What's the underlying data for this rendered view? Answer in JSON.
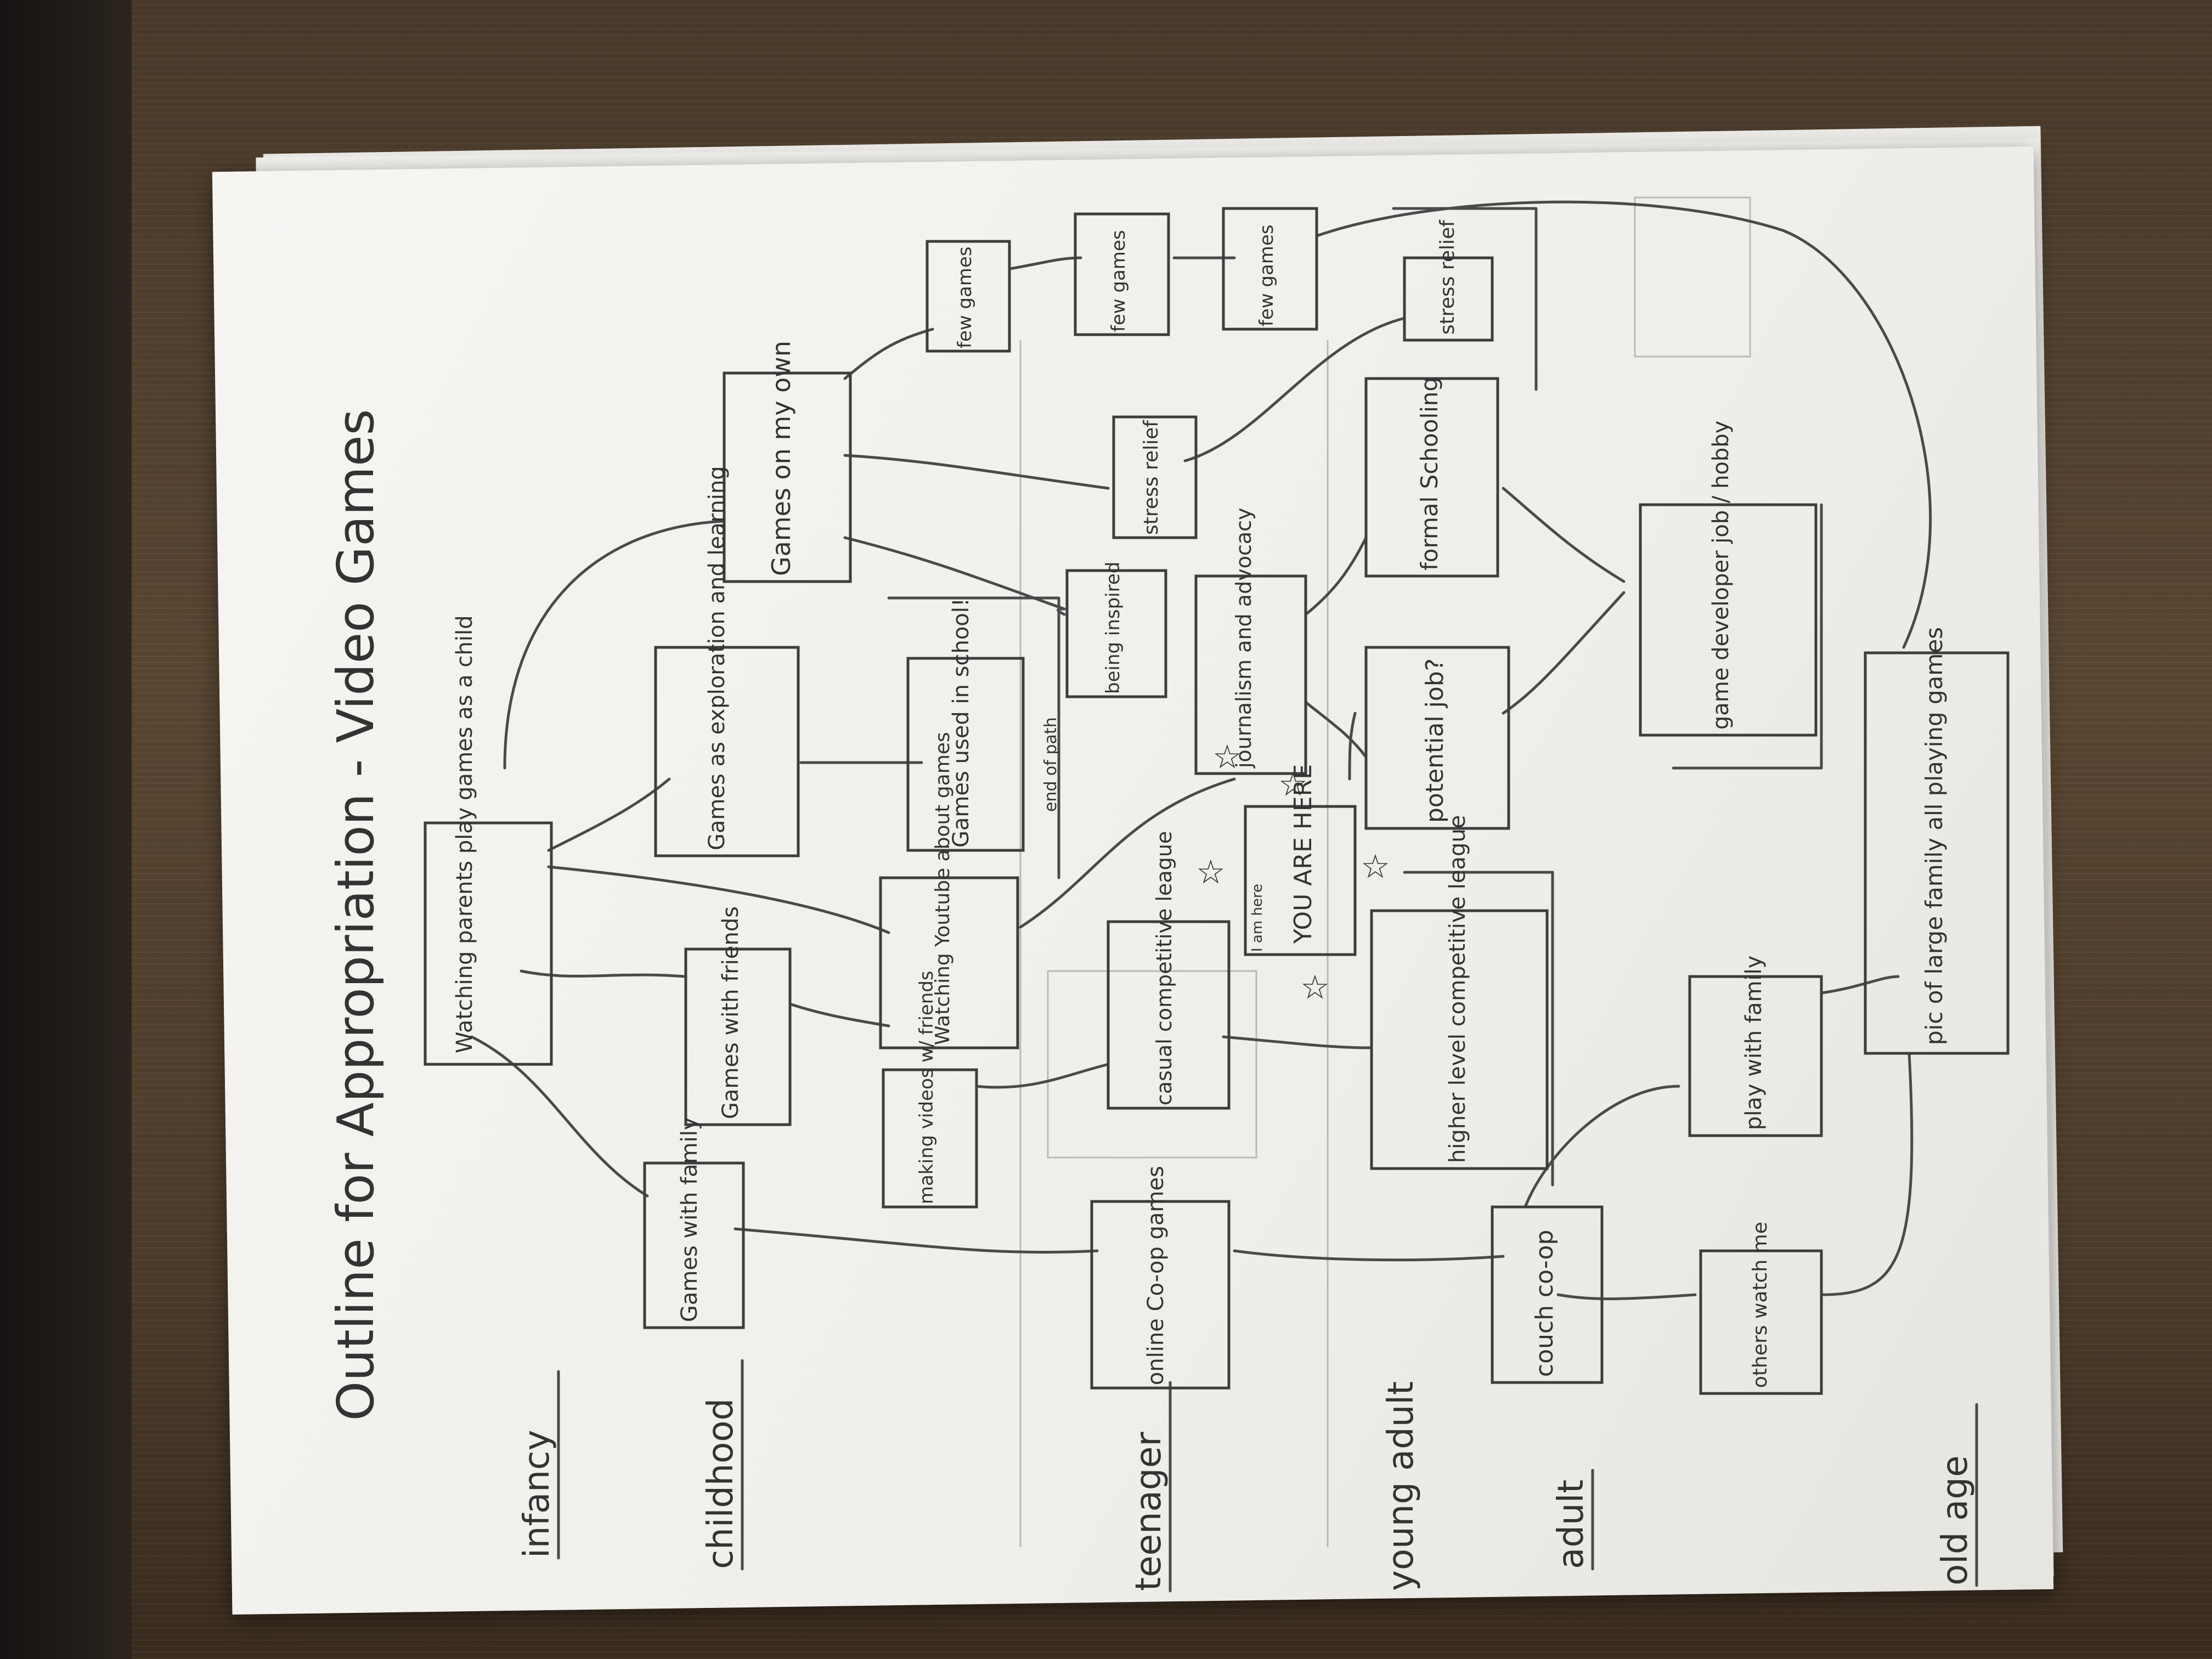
{
  "title": "Outline for Appropriation - Video Games",
  "stages": [
    "infancy",
    "childhood",
    "teenager",
    "young adult",
    "adult",
    "old age"
  ],
  "nodes": {
    "watching_parents": "Watching parents play games as a child",
    "games_with_family": "Games with family",
    "games_with_friends": "Games with friends",
    "games_exploration": "Games as exploration and learning",
    "games_on_my_own": "Games on my own",
    "making_videos": "making videos w/ friends",
    "watching_youtube": "Watching Youtube about games",
    "games_in_school": "Games used in school!",
    "end_of_path": "end of path",
    "being_inspired": "being inspired",
    "stress_relief_1": "stress relief",
    "few_games_1": "few games",
    "few_games_2": "few games",
    "few_games_3": "few games",
    "online_coop": "online Co-op games",
    "casual_competitive": "casual competitive league",
    "you_are_here": "YOU ARE HERE",
    "i_am_here": "I am here",
    "higher_competitive": "higher level competitive league",
    "journalism": "journalism and advocacy",
    "potential_job": "potential job?",
    "formal_schooling": "formal Schooling",
    "stress_relief_2": "stress relief",
    "game_developer": "game developer job / hobby",
    "couch_coop": "couch co-op",
    "play_with_family": "play with family",
    "others_watch_me": "others watch me",
    "pic_large_family": "pic of large family all playing games"
  },
  "colors": {
    "pencil": "#4a4a4a",
    "paper": "#f3f2ee",
    "desk": "#4e3d2c"
  }
}
